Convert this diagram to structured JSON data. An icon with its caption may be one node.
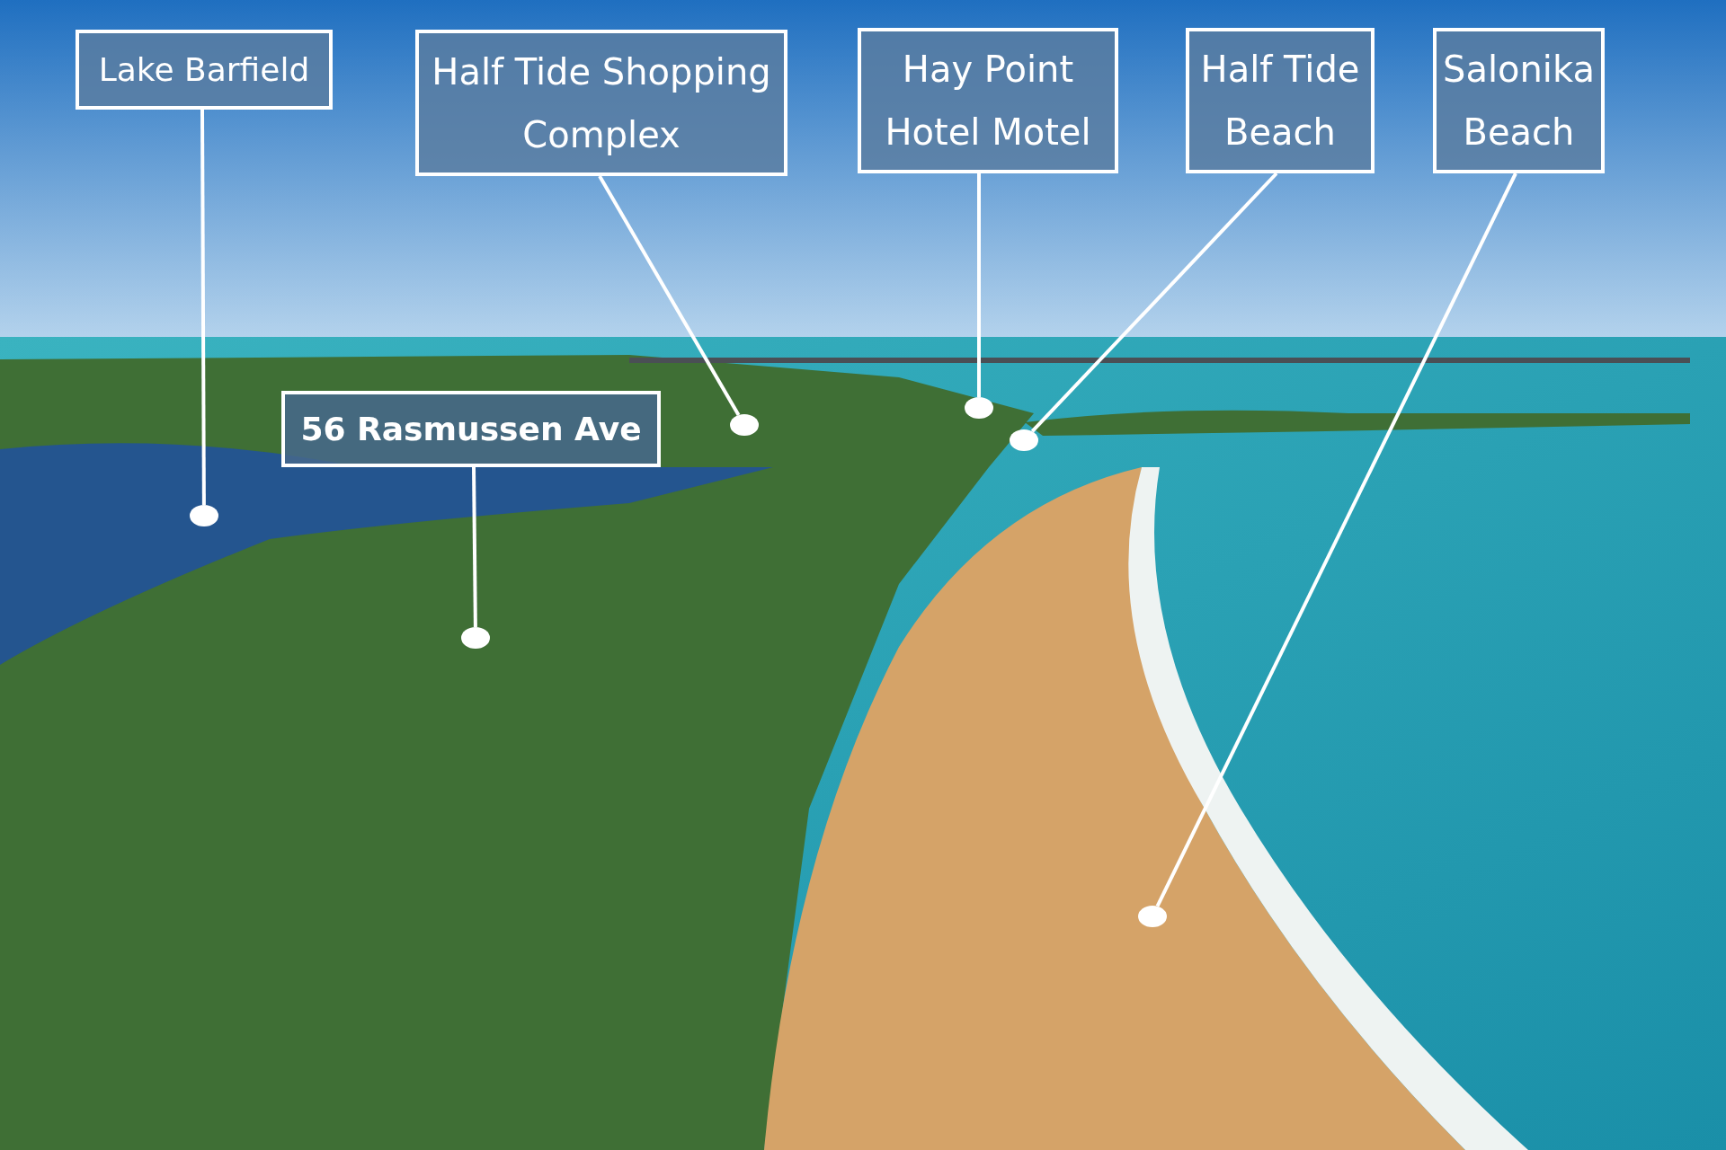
{
  "diagram": {
    "nodes": [
      {
        "text": [
          "Lake Barfield"
        ]
      },
      {
        "text": [
          "Half Tide Shopping Complex"
        ]
      },
      {
        "text": [
          "Hay Point Hotel Motel"
        ]
      },
      {
        "text": [
          "Half Tide Beach"
        ]
      },
      {
        "text": [
          "Salonika Beach"
        ]
      },
      {
        "text": [
          "56 Rasmussen Ave"
        ]
      },
      {
        "text": [],
        "shape": "circle"
      },
      {
        "text": [],
        "shape": "circle"
      },
      {
        "text": [],
        "shape": "circle"
      },
      {
        "text": [],
        "shape": "circle"
      },
      {
        "text": [],
        "shape": "circle"
      },
      {
        "text": [],
        "shape": "circle"
      }
    ],
    "edges": [
      {
        "from": 0,
        "to": 6,
        "arrow": "none"
      },
      {
        "from": 1,
        "to": 8,
        "arrow": "none"
      },
      {
        "from": 2,
        "to": 9,
        "arrow": "none"
      },
      {
        "from": 3,
        "to": 10,
        "arrow": "none"
      },
      {
        "from": 4,
        "to": 11,
        "arrow": "none"
      },
      {
        "from": 5,
        "to": 7,
        "arrow": "none"
      }
    ]
  }
}
